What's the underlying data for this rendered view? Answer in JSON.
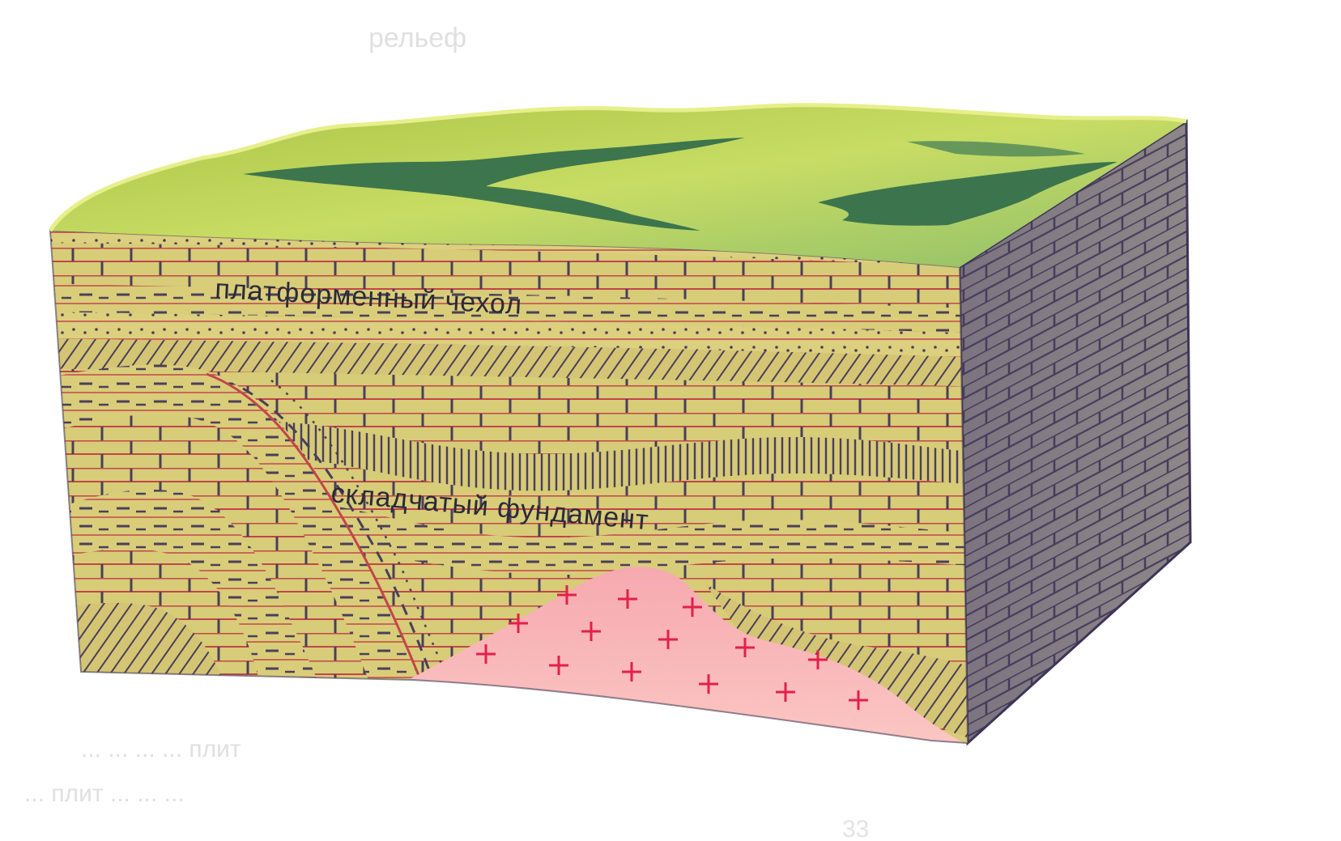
{
  "labels": {
    "cover": "платформенный чехол",
    "basement": "складчатый фундамент"
  },
  "show_through": {
    "top_word": "рельеф",
    "bottom_line_1": "... ... ... ... плит",
    "bottom_line_2": "... плит ... ... ...",
    "page_number": "33"
  },
  "colors": {
    "page": "#ffffff",
    "grass": "#a8c24a",
    "grass_light": "#cfe06a",
    "forest": "#2f6a4a",
    "rock": "#d7cc78",
    "rock_line": "#c2464a",
    "rock_ink": "#4a3f5a",
    "side_face": "#8e8a8c",
    "granite": "#f7b8b8",
    "granite_cross": "#e3204a"
  },
  "icons": {
    "granite_marks": "plus-sign"
  }
}
